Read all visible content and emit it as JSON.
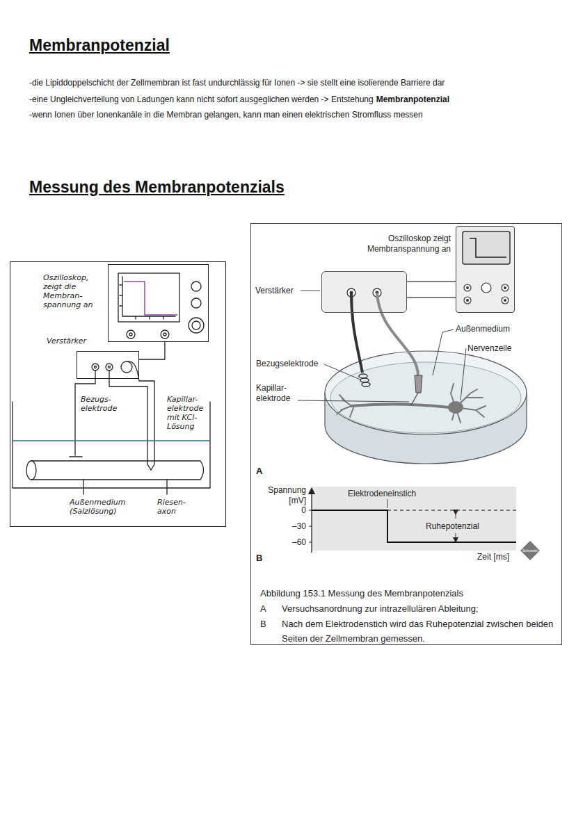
{
  "diagram": {
    "title": "Membranpotenzial",
    "caption": "Abbildung 153.1 Messung des Membranpotenzials",
    "nodes": [
      {
        "text": [
          "Oszilloskop, zeigt die Membran- spannung an"
        ]
      },
      {
        "text": [
          "Verstärker"
        ]
      },
      {
        "text": [
          "Oszilloskop zeigt Membranspannung an"
        ]
      },
      {
        "text": [
          "Verstärker"
        ]
      }
    ],
    "edges": [
      {
        "from": 0,
        "to": 1,
        "arrow": "none"
      },
      {
        "from": 2,
        "to": 3,
        "arrow": "none"
      }
    ],
    "labels": [
      "-die Lipiddoppelschicht der Zellmembran ist fast undurchlässig für Ionen -> sie stellt eine isolierende Barriere dar",
      "-eine Ungleichverteilung von Ladungen kann nicht sofort ausgeglichen werden -> Entstehung",
      "Membranpotenzial",
      "-wenn Ionen über Ionenkanäle in die Membran gelangen, kann man einen elektrischen Stromfluss messen",
      "Messung des Membranpotenzials",
      "Bezugs- elektrode",
      "Kapillar- elektrode mit KCl- Lösung",
      "Außenmedium (Salzlösung)",
      "Riesen- axon",
      "Außenmedium",
      "Nervenzelle",
      "Bezugselektrode",
      "Kapillar- elektrode",
      "A",
      "Spannung [mV]",
      "Elektrodeneinstich",
      "0",
      "–30",
      "–60",
      "Ruhepotenzial",
      "Zeit [ms]",
      "Schroedel",
      "B",
      "A",
      "Versuchsanordnung zur intrazellulären Ableitung;",
      "B",
      "Nach dem Elektrodenstich wird das Ruhepotenzial zwischen beiden Seiten der Zellmembran gemessen."
    ]
  }
}
